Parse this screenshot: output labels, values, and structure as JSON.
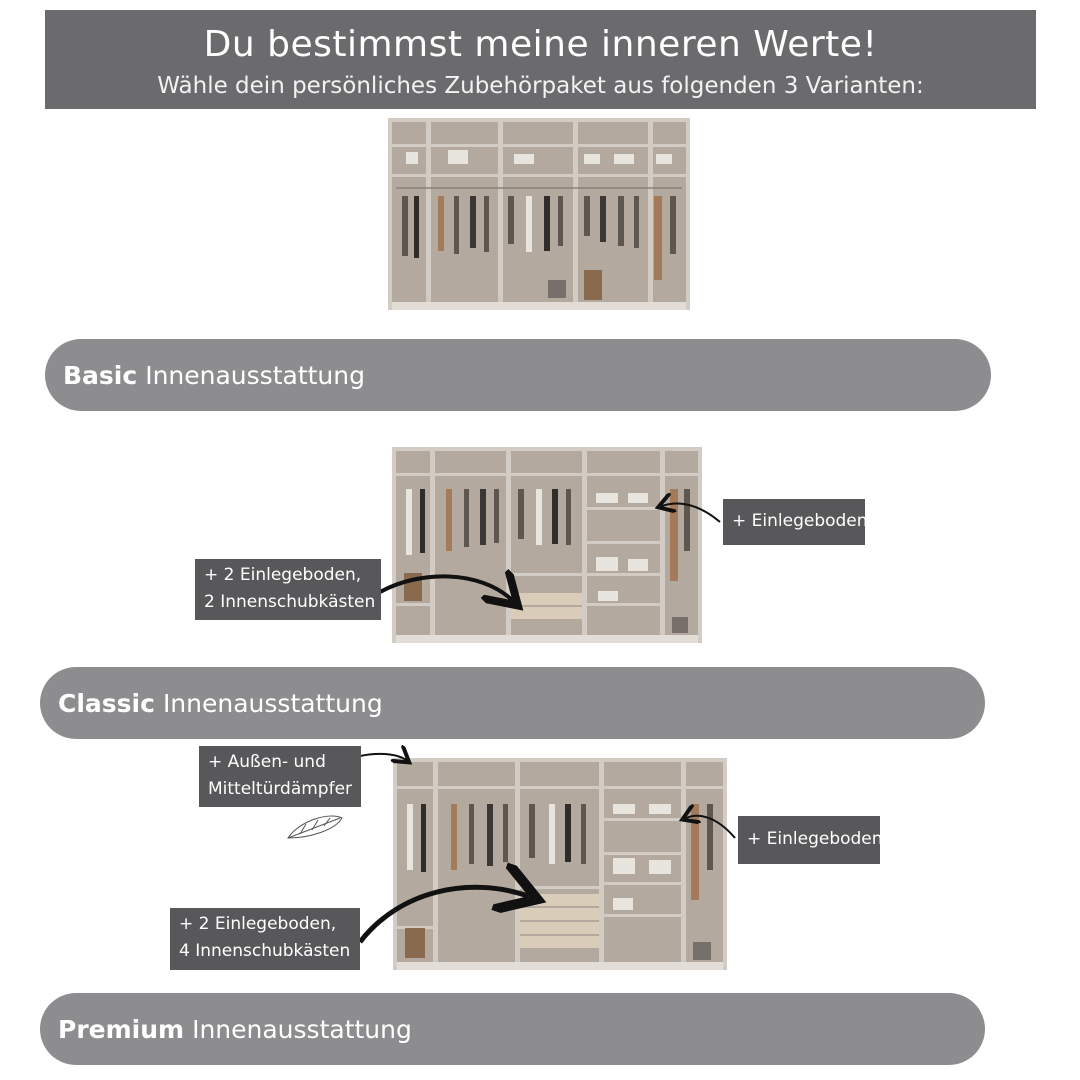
{
  "header": {
    "title": "Du bestimmst meine inneren Werte!",
    "subtitle": "Wähle dein persönliches Zubehörpaket aus folgenden 3 Varianten:"
  },
  "variants": [
    {
      "bold": "Basic",
      "rest": "Innenausstattung"
    },
    {
      "bold": "Classic",
      "rest": "Innenausstattung"
    },
    {
      "bold": "Premium",
      "rest": "Innenausstattung"
    }
  ],
  "callouts": {
    "classic_right": "+ Einlegeboden",
    "classic_left_1": "+ 2 Einlegeboden,",
    "classic_left_2": "2 Innenschubkästen",
    "premium_top_1": "+ Außen- und",
    "premium_top_2": "Mitteltürdämpfer",
    "premium_right": "+ Einlegeboden",
    "premium_left_1": "+ 2 Einlegeboden,",
    "premium_left_2": "4 Innenschubkästen"
  },
  "colors": {
    "header_bg": "#6b6b6e",
    "pill_bg": "#8d8d8f",
    "callout_bg": "#58585a",
    "wardrobe_back": "#b3a99e",
    "wardrobe_frame": "#d2ccc4"
  },
  "icons": [
    "wardrobe-basic-image",
    "wardrobe-classic-image",
    "wardrobe-premium-image",
    "feather-icon",
    "arrow-icon"
  ]
}
